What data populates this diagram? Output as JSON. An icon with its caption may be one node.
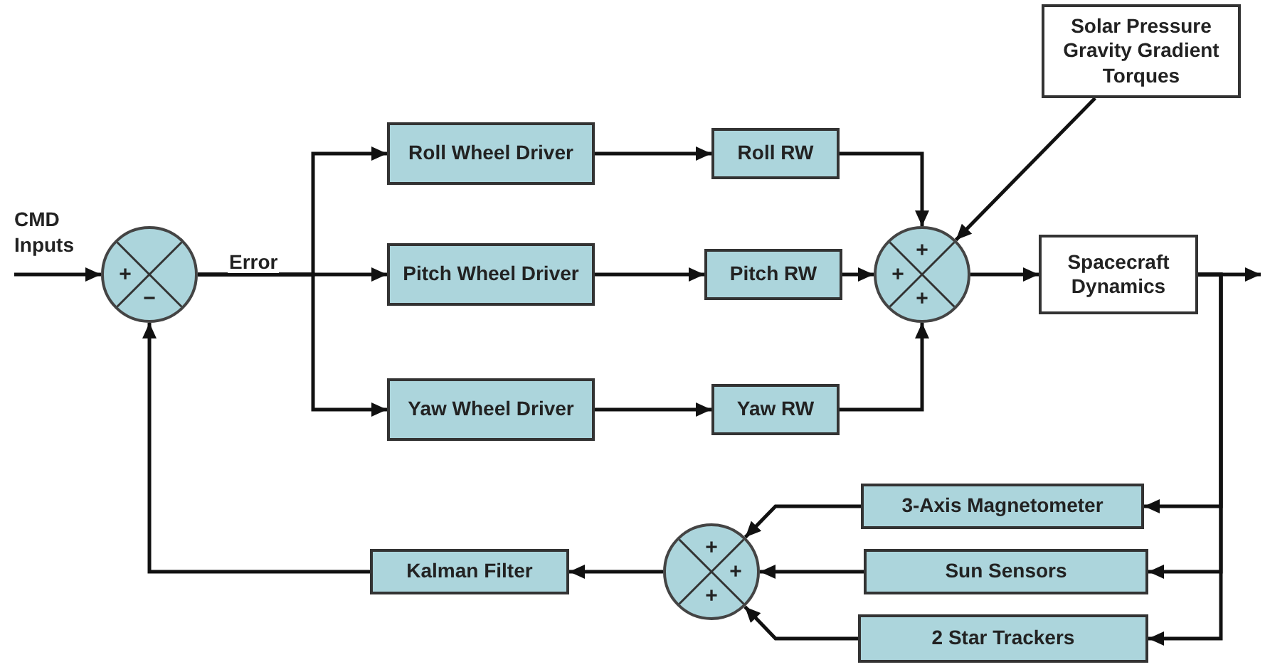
{
  "diagram": {
    "nodes": [
      {
        "text": [
          "CMD Inputs"
        ]
      },
      {
        "text": [
          "+",
          "−"
        ]
      },
      {
        "text": [
          "Roll Wheel Driver"
        ]
      },
      {
        "text": [
          "Pitch Wheel Driver"
        ]
      },
      {
        "text": [
          "Yaw Wheel Driver"
        ]
      },
      {
        "text": [
          "Roll RW"
        ]
      },
      {
        "text": [
          "Pitch RW"
        ]
      },
      {
        "text": [
          "Yaw RW"
        ]
      },
      {
        "text": [
          "Solar Pressure Gravity Gradient Torques"
        ]
      },
      {
        "text": [
          "+",
          "+",
          "+"
        ]
      },
      {
        "text": [
          "Spacecraft Dynamics"
        ]
      },
      {
        "text": [
          "3-Axis Magnetometer"
        ]
      },
      {
        "text": [
          "Sun Sensors"
        ]
      },
      {
        "text": [
          "2 Star Trackers"
        ]
      },
      {
        "text": [
          "+",
          "+",
          "+"
        ]
      },
      {
        "text": [
          "Kalman Filter"
        ]
      }
    ],
    "edges": [
      {
        "from": 0,
        "to": 1,
        "arrow": "to"
      },
      {
        "from": 1,
        "to": 2,
        "arrow": "to"
      },
      {
        "from": 1,
        "to": 3,
        "arrow": "to",
        "label": "Error"
      },
      {
        "from": 1,
        "to": 4,
        "arrow": "to"
      },
      {
        "from": 2,
        "to": 5,
        "arrow": "to"
      },
      {
        "from": 3,
        "to": 6,
        "arrow": "to"
      },
      {
        "from": 4,
        "to": 7,
        "arrow": "to"
      },
      {
        "from": 5,
        "to": 9,
        "arrow": "to"
      },
      {
        "from": 6,
        "to": 9,
        "arrow": "to"
      },
      {
        "from": 7,
        "to": 9,
        "arrow": "to"
      },
      {
        "from": 8,
        "to": 9,
        "arrow": "to"
      },
      {
        "from": 9,
        "to": 10,
        "arrow": "to"
      },
      {
        "from": 10,
        "to": null,
        "arrow": "to"
      },
      {
        "from": 10,
        "to": 11,
        "arrow": "to"
      },
      {
        "from": 10,
        "to": 12,
        "arrow": "to"
      },
      {
        "from": 10,
        "to": 13,
        "arrow": "to"
      },
      {
        "from": 11,
        "to": 14,
        "arrow": "to"
      },
      {
        "from": 12,
        "to": 14,
        "arrow": "to"
      },
      {
        "from": 13,
        "to": 14,
        "arrow": "to"
      },
      {
        "from": 14,
        "to": 15,
        "arrow": "to"
      },
      {
        "from": 15,
        "to": 1,
        "arrow": "to"
      }
    ]
  }
}
